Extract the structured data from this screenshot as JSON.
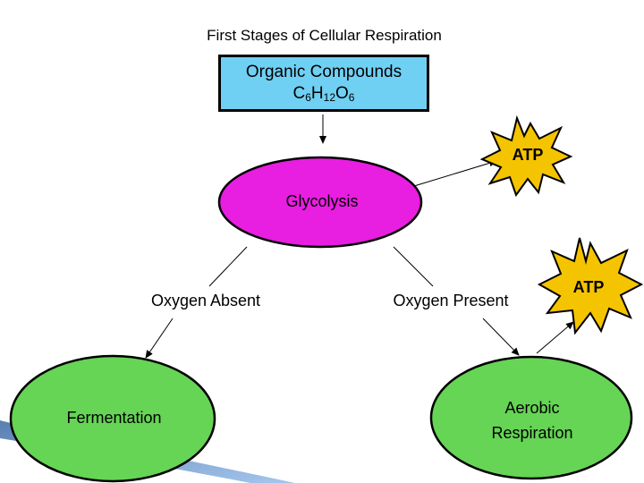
{
  "title": "First Stages of Cellular Respiration",
  "organic": {
    "line1": "Organic Compounds",
    "formula": {
      "c": "C",
      "c_sub": "6",
      "h": "H",
      "h_sub": "12",
      "o": "O",
      "o_sub": "6"
    }
  },
  "glycolysis": "Glycolysis",
  "oxygen_absent": "Oxygen Absent",
  "oxygen_present": "Oxygen Present",
  "fermentation": "Fermentation",
  "aerobic": {
    "line1": "Aerobic",
    "line2": "Respiration"
  },
  "atp_top": "ATP",
  "atp_right": "ATP",
  "colors": {
    "box_fill": "#6fd0f3",
    "glycolysis_fill": "#e81ee0",
    "outcome_fill": "#66d455",
    "atp_fill": "#f5c400",
    "accent_blue": "#2f5f9e"
  }
}
